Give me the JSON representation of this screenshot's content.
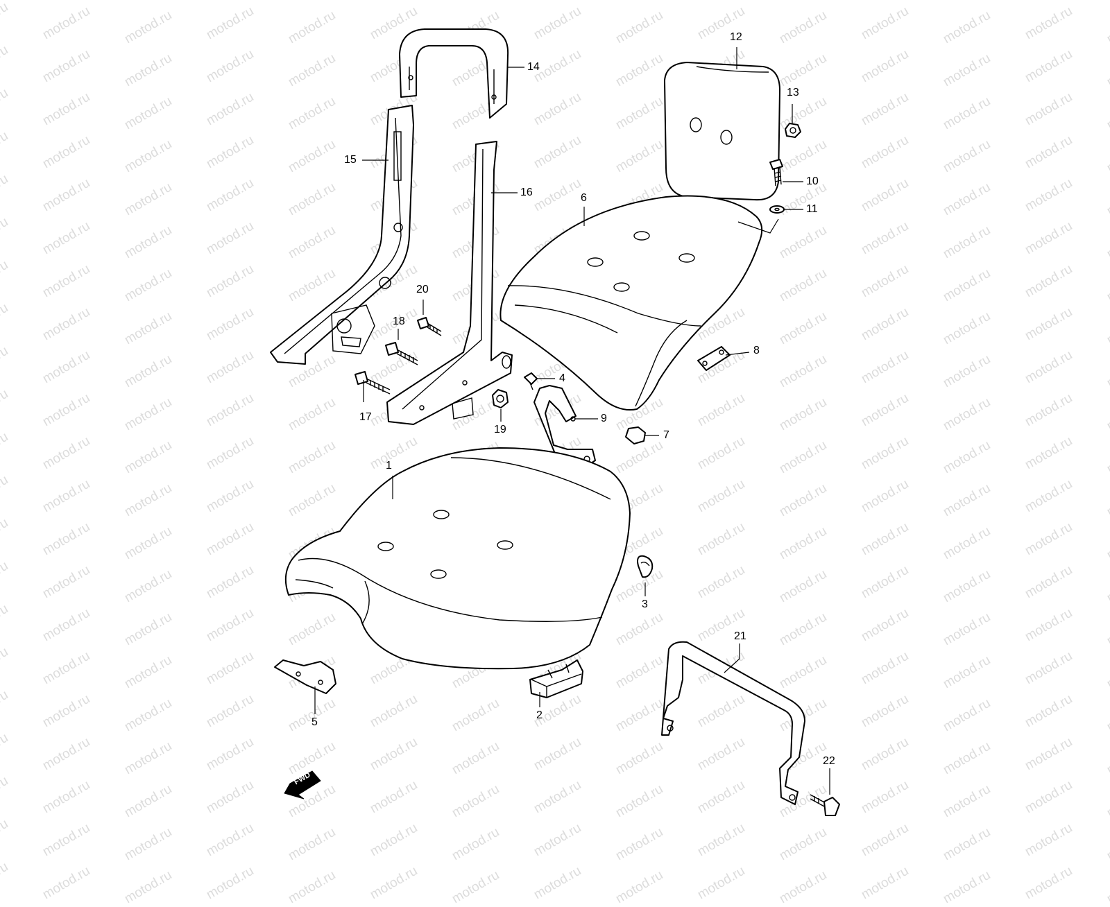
{
  "watermark": "motod.ru",
  "callouts": [
    {
      "id": "1",
      "label": "1"
    },
    {
      "id": "2",
      "label": "2"
    },
    {
      "id": "3",
      "label": "3"
    },
    {
      "id": "4",
      "label": "4"
    },
    {
      "id": "5",
      "label": "5"
    },
    {
      "id": "6",
      "label": "6"
    },
    {
      "id": "7",
      "label": "7"
    },
    {
      "id": "8",
      "label": "8"
    },
    {
      "id": "9",
      "label": "9"
    },
    {
      "id": "10",
      "label": "10"
    },
    {
      "id": "11",
      "label": "11"
    },
    {
      "id": "12",
      "label": "12"
    },
    {
      "id": "13",
      "label": "13"
    },
    {
      "id": "14",
      "label": "14"
    },
    {
      "id": "15",
      "label": "15"
    },
    {
      "id": "16",
      "label": "16"
    },
    {
      "id": "17",
      "label": "17"
    },
    {
      "id": "18",
      "label": "18"
    },
    {
      "id": "19",
      "label": "19"
    },
    {
      "id": "20",
      "label": "20"
    },
    {
      "id": "21",
      "label": "21"
    },
    {
      "id": "22",
      "label": "22"
    }
  ],
  "direction_arrow": {
    "label": "FWD"
  }
}
